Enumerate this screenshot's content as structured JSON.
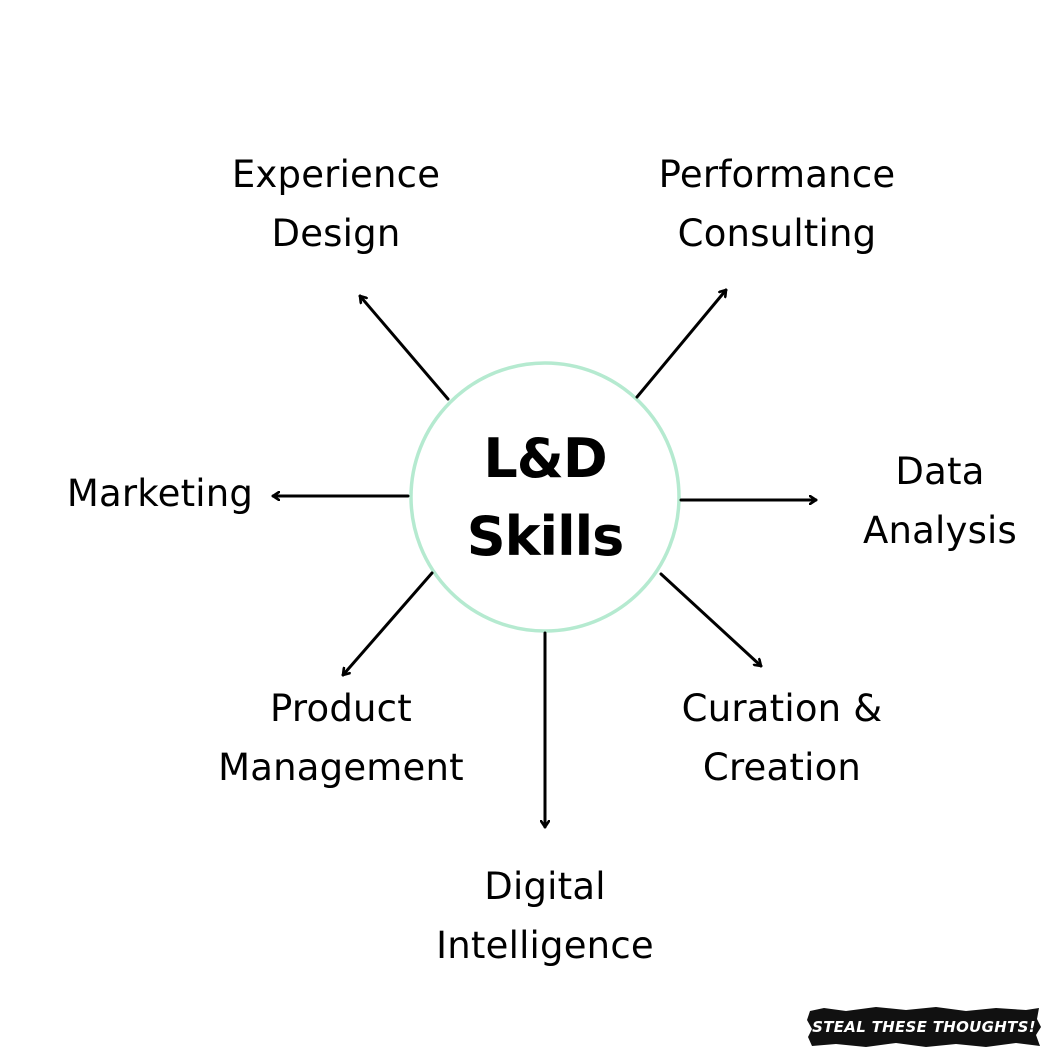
{
  "center": {
    "line1": "L&D",
    "line2": "Skills",
    "ring_color": "#b5ead0"
  },
  "skills": [
    {
      "id": "experience-design",
      "line1": "Experience",
      "line2": "Design"
    },
    {
      "id": "performance-consulting",
      "line1": "Performance",
      "line2": "Consulting"
    },
    {
      "id": "marketing",
      "line1": "Marketing",
      "line2": ""
    },
    {
      "id": "data-analysis",
      "line1": "Data",
      "line2": "Analysis"
    },
    {
      "id": "product-management",
      "line1": "Product",
      "line2": "Management"
    },
    {
      "id": "curation-creation",
      "line1": "Curation &",
      "line2": "Creation"
    },
    {
      "id": "digital-intelligence",
      "line1": "Digital",
      "line2": "Intelligence"
    }
  ],
  "brand": {
    "text": "STEAL THESE THOUGHTS!",
    "background": "#111111"
  },
  "colors": {
    "arrow": "#000000",
    "background": "#ffffff"
  }
}
